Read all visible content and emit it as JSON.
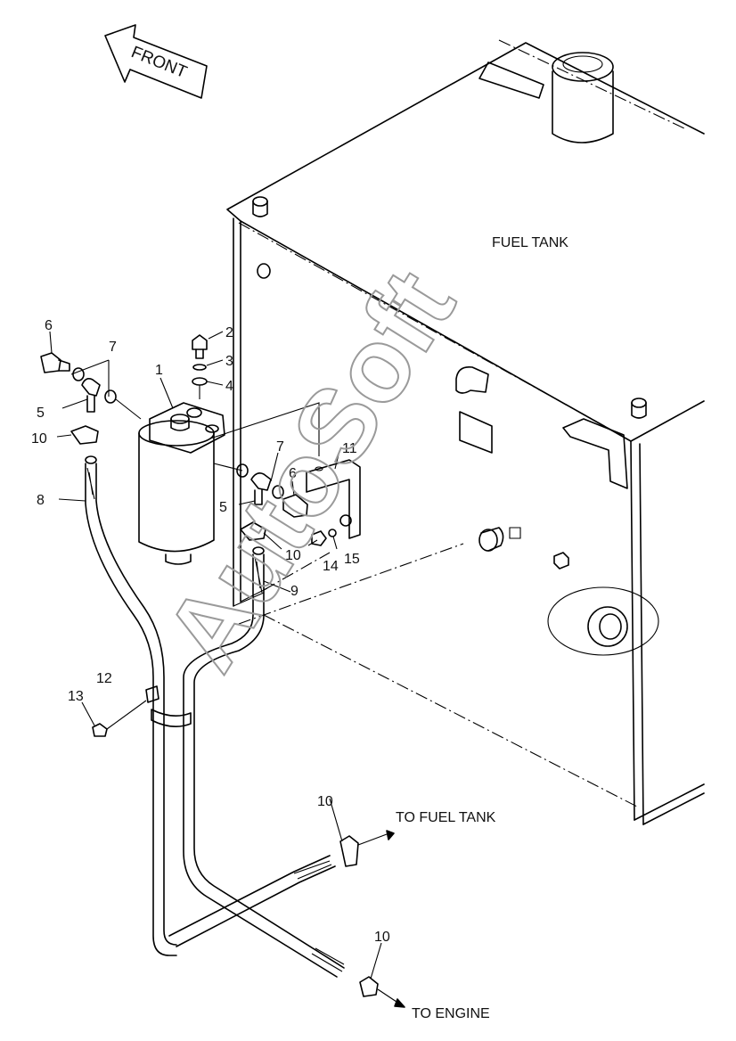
{
  "labels": {
    "front": "FRONT",
    "fuel_tank": "FUEL TANK",
    "to_fuel_tank": "TO FUEL TANK",
    "to_engine": "TO ENGINE",
    "watermark": "AutoSoft"
  },
  "callouts": {
    "c1": "1",
    "c2": "2",
    "c3": "3",
    "c4": "4",
    "c5a": "5",
    "c5b": "5",
    "c6a": "6",
    "c6b": "6",
    "c7a": "7",
    "c7b": "7",
    "c8": "8",
    "c9": "9",
    "c10a": "10",
    "c10b": "10",
    "c10c": "10",
    "c10d": "10",
    "c11": "11",
    "c12": "12",
    "c13": "13",
    "c14": "14",
    "c15": "15"
  }
}
